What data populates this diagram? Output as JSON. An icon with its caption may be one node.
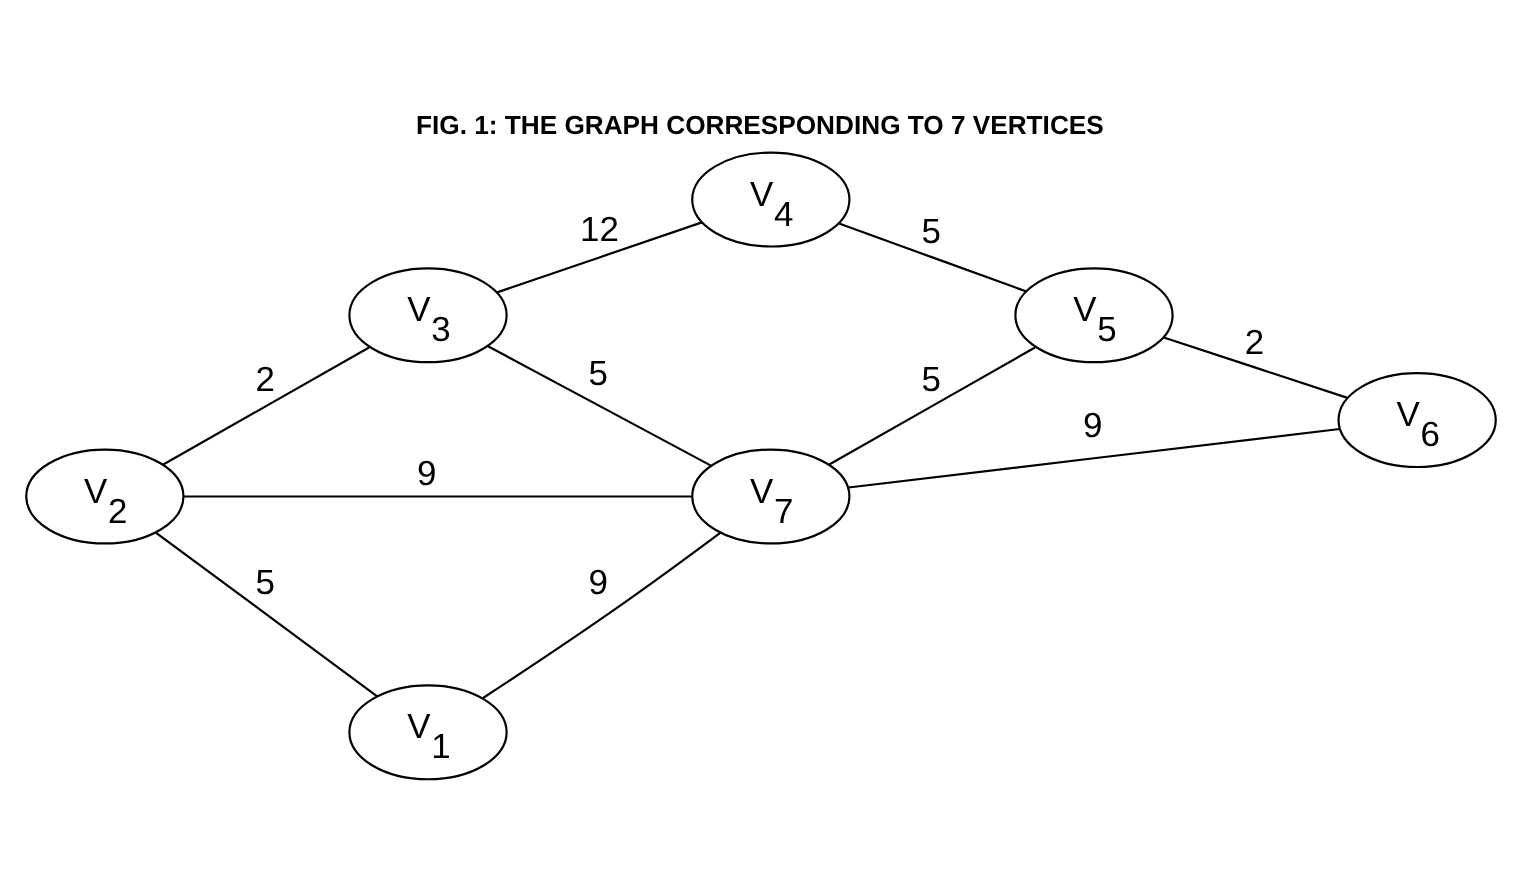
{
  "diagram": {
    "title": "FIG. 1: THE GRAPH CORRESPONDING TO 7 VERTICES",
    "nodes": [
      {
        "text": [
          "V$_{3}$"
        ]
      },
      {
        "text": [
          "V$_{4}$"
        ]
      },
      {
        "text": [
          "V$_{2}$"
        ]
      },
      {
        "text": [
          "V$_{7}$"
        ]
      },
      {
        "text": [
          "V$_{5}$"
        ]
      },
      {
        "text": [
          "V$_{1}$"
        ]
      },
      {
        "text": [
          "V$_{6}$"
        ]
      }
    ],
    "edges": [
      {
        "from": 2,
        "to": 0,
        "arrow": "none",
        "label": "2"
      },
      {
        "from": 0,
        "to": 1,
        "arrow": "none",
        "label": "12"
      },
      {
        "from": 0,
        "to": 3,
        "arrow": "none",
        "label": "5"
      },
      {
        "from": 2,
        "to": 3,
        "arrow": "none",
        "label": "9"
      },
      {
        "from": 2,
        "to": 5,
        "arrow": "none",
        "label": "5"
      },
      {
        "from": 5,
        "to": 3,
        "arrow": "none",
        "label": "9"
      },
      {
        "from": 1,
        "to": 4,
        "arrow": "none",
        "label": "5"
      },
      {
        "from": 3,
        "to": 4,
        "arrow": "none",
        "label": "5"
      },
      {
        "from": 3,
        "to": 6,
        "arrow": "none",
        "label": "9"
      },
      {
        "from": 4,
        "to": 6,
        "arrow": "none",
        "label": "2"
      }
    ]
  }
}
